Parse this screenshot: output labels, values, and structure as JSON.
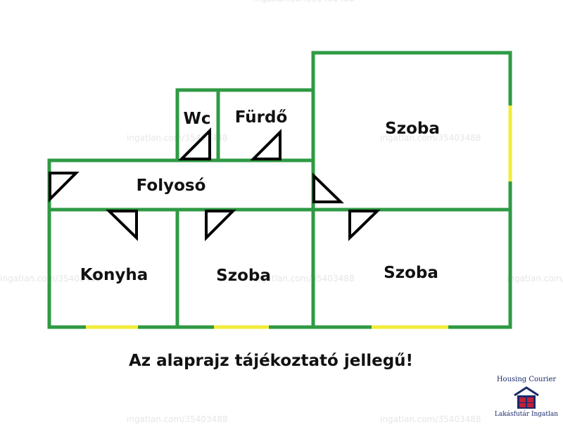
{
  "rooms": {
    "wc": "Wc",
    "furdo": "Fürdő",
    "folyoso": "Folyosó",
    "szoba_top_right": "Szoba",
    "konyha": "Konyha",
    "szoba_middle": "Szoba",
    "szoba_bottom_right": "Szoba"
  },
  "note": "Az alaprajz tájékoztató jellegű!",
  "watermark": "ingatlan.com/35403488",
  "brand": {
    "name": "Housing Courier",
    "tagline": "Lakásfutár Ingatlan"
  },
  "colors": {
    "wall": "#2f9a44",
    "window": "#f2ec3a",
    "door": "#000000",
    "brand_blue": "#1a2a6a",
    "brand_red": "#c0203a"
  }
}
